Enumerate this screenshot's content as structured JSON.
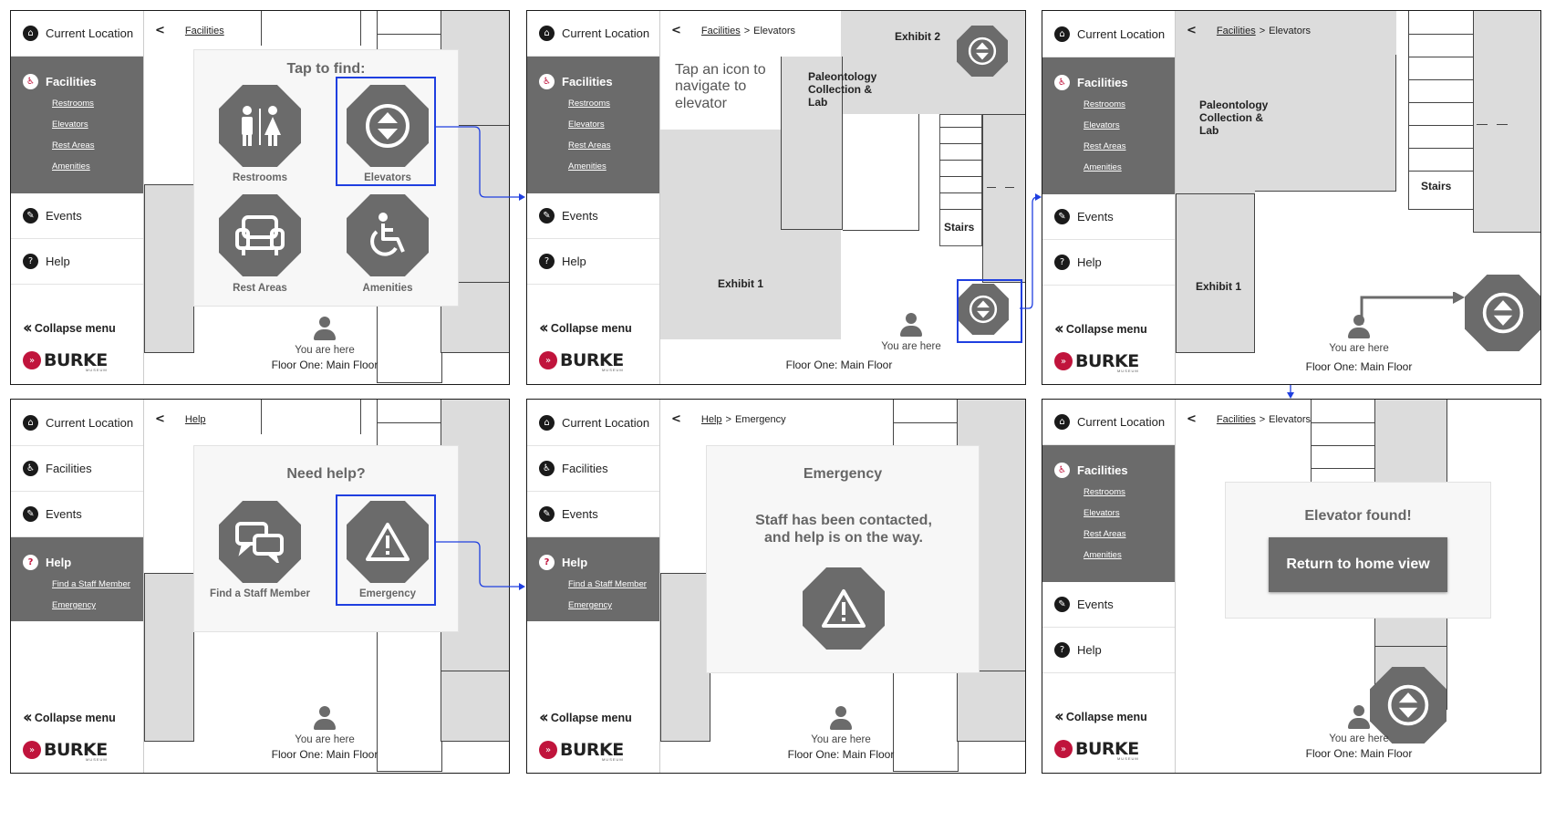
{
  "nav": {
    "current_location": "Current Location",
    "facilities": "Facilities",
    "facilities_sub": [
      "Restrooms",
      "Elevators",
      "Rest Areas",
      "Amenities"
    ],
    "events": "Events",
    "help": "Help",
    "help_sub": [
      "Find a Staff Member",
      "Emergency"
    ],
    "collapse": "Collapse menu",
    "logo": "BURKE",
    "logo_sub": "MUSEUM"
  },
  "icons": {
    "current_location": "home-icon",
    "facilities": "restroom-icon",
    "events": "ticket-icon",
    "help": "question-icon",
    "collapse": "double-chevron-left-icon",
    "back": "chevron-left-icon",
    "person": "person-icon",
    "elevator": "elevator-icon",
    "warning": "warning-icon",
    "chat": "chat-icon",
    "wheelchair": "wheelchair-icon",
    "armchair": "armchair-icon"
  },
  "colors": {
    "accent": "#1f3fe0",
    "brand_red": "#c0143c",
    "panel": "#6b6b6b",
    "map_gray": "#dcdcdc"
  },
  "crumbs": {
    "facilities": "Facilities",
    "elevators": "Elevators",
    "help": "Help",
    "emergency": "Emergency",
    "separator": ">",
    "back": "<"
  },
  "you_are_here": "You are here",
  "floor": "Floor One: Main Floor",
  "screen1": {
    "title": "Tap to find:",
    "options": [
      "Restrooms",
      "Elevators",
      "Rest Areas",
      "Amenities"
    ]
  },
  "screen2": {
    "instruction": "Tap an icon to navigate to elevator",
    "exhibit2": "Exhibit 2",
    "paleo": "Paleontology Collection & Lab",
    "stairs": "Stairs",
    "exhibit1": "Exhibit 1"
  },
  "screen3": {
    "paleo": "Paleontology Collection & Lab",
    "stairs": "Stairs",
    "exhibit1": "Exhibit 1"
  },
  "screen4": {
    "title": "Need help?",
    "options": [
      "Find a Staff Member",
      "Emergency"
    ]
  },
  "screen5": {
    "title": "Emergency",
    "message": "Staff has been contacted, and help is on the way."
  },
  "screen6": {
    "title": "Elevator found!",
    "button": "Return to home view"
  }
}
